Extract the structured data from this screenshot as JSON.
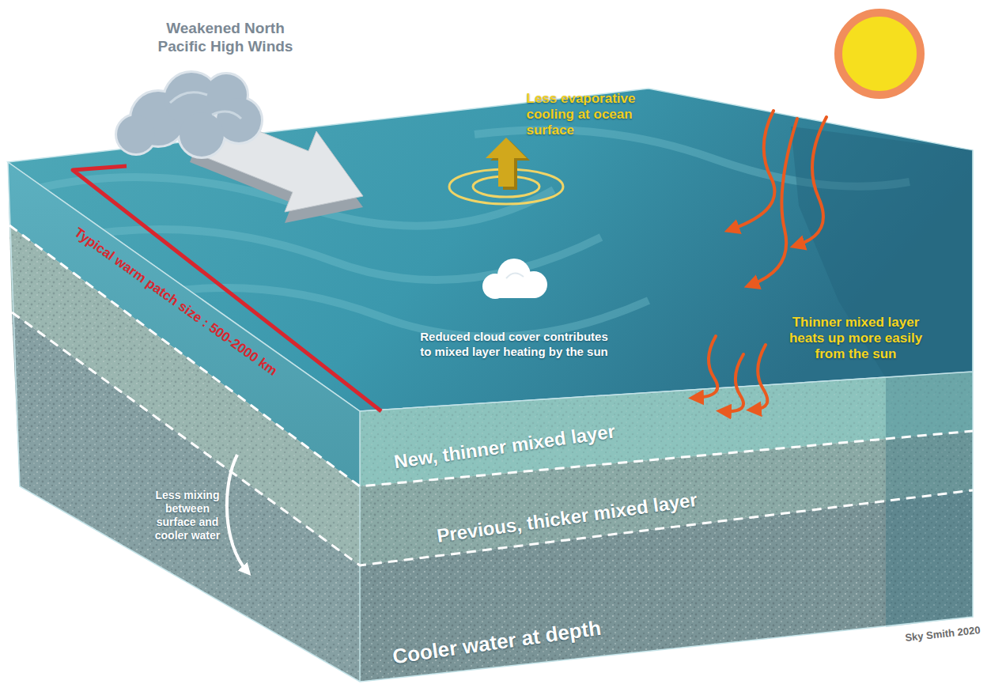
{
  "diagram": {
    "labels": [
      "Weakened North Pacific High Winds",
      "Less evaporative cooling at ocean surface",
      "Reduced cloud cover contributes to mixed layer heating by the sun",
      "Thinner mixed layer heats up more easily from the sun",
      "Typical warm patch size : 500-2000 km",
      "Less mixing between surface and cooler water",
      "New, thinner mixed layer",
      "Previous, thicker mixed layer",
      "Cooler water at depth",
      "Sky Smith 2020"
    ]
  }
}
